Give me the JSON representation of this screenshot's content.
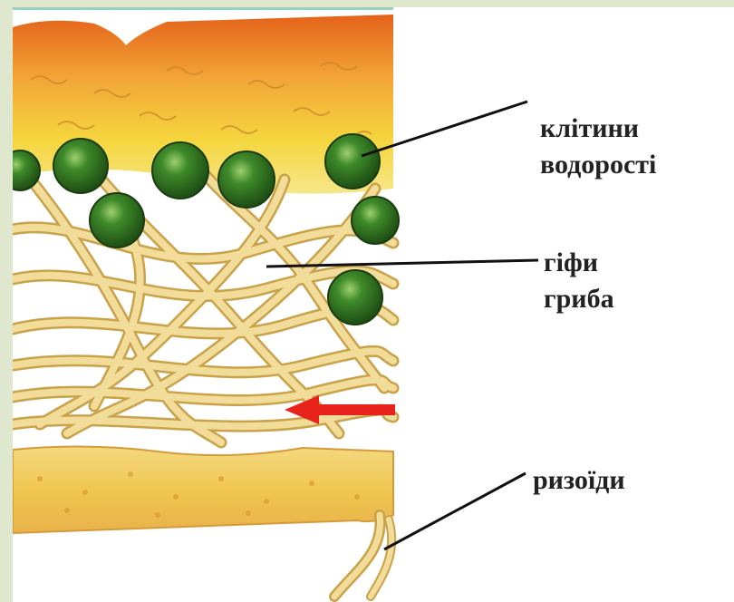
{
  "labels": {
    "algae_cells": [
      "клітини",
      "водорості"
    ],
    "fungal_hyphae": [
      "гіфи",
      "гриба"
    ],
    "rhizoids": "ризоїди"
  },
  "colors": {
    "background": "#dfe8cf",
    "upper_cortex": "#e06a1a",
    "cortex_yellow": "#f4cf3c",
    "hypha_fill": "#f2dc9a",
    "hypha_outline": "#c9a24a",
    "algae_green": "#2f6e1f",
    "arrow": "#e8231b",
    "leader_line": "#111111"
  }
}
